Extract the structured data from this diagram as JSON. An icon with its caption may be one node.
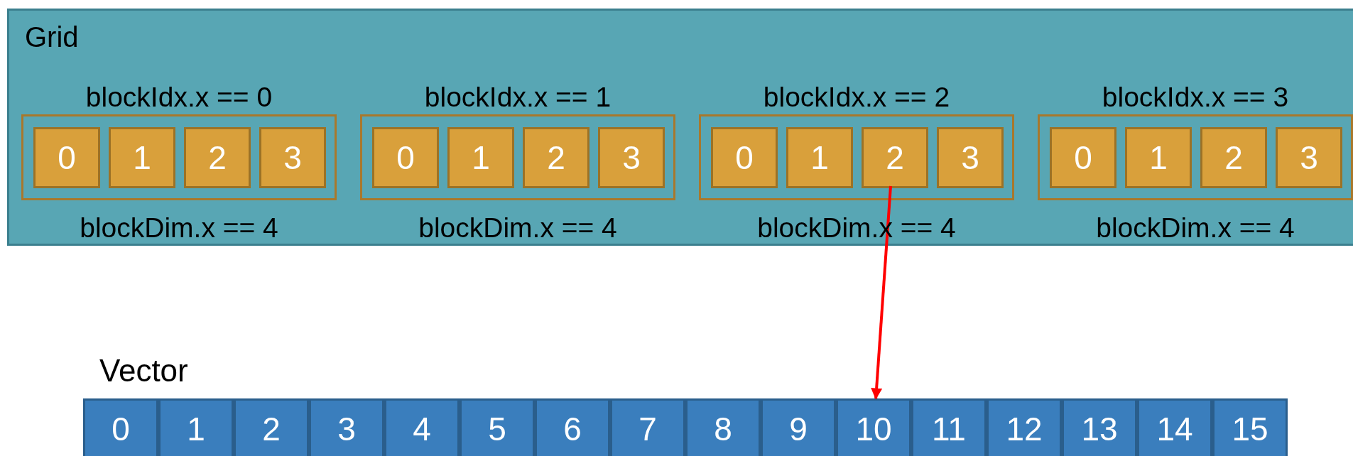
{
  "diagram": {
    "nodes": [
      {
        "text": [
          "Grid"
        ]
      },
      {
        "text": [
          "blockIdx.x == 0",
          "blockDim.x == 4"
        ],
        "in": 0
      },
      {
        "text": [
          "0"
        ],
        "in": 1
      },
      {
        "text": [
          "1"
        ],
        "in": 1
      },
      {
        "text": [
          "2"
        ],
        "in": 1
      },
      {
        "text": [
          "3"
        ],
        "in": 1
      },
      {
        "text": [
          "blockIdx.x == 1",
          "blockDim.x == 4"
        ],
        "in": 0
      },
      {
        "text": [
          "0"
        ],
        "in": 6
      },
      {
        "text": [
          "1"
        ],
        "in": 6
      },
      {
        "text": [
          "2"
        ],
        "in": 6
      },
      {
        "text": [
          "3"
        ],
        "in": 6
      },
      {
        "text": [
          "blockIdx.x == 2",
          "blockDim.x == 4"
        ],
        "in": 0
      },
      {
        "text": [
          "0"
        ],
        "in": 11
      },
      {
        "text": [
          "1"
        ],
        "in": 11
      },
      {
        "text": [
          "2"
        ],
        "in": 11
      },
      {
        "text": [
          "3"
        ],
        "in": 11
      },
      {
        "text": [
          "blockIdx.x == 3",
          "blockDim.x == 4"
        ],
        "in": 0
      },
      {
        "text": [
          "0"
        ],
        "in": 16
      },
      {
        "text": [
          "1"
        ],
        "in": 16
      },
      {
        "text": [
          "2"
        ],
        "in": 16
      },
      {
        "text": [
          "3"
        ],
        "in": 16
      },
      {
        "text": [
          "Vector"
        ]
      },
      {
        "text": [
          "0"
        ],
        "in": 21
      },
      {
        "text": [
          "1"
        ],
        "in": 21
      },
      {
        "text": [
          "2"
        ],
        "in": 21
      },
      {
        "text": [
          "3"
        ],
        "in": 21
      },
      {
        "text": [
          "4"
        ],
        "in": 21
      },
      {
        "text": [
          "5"
        ],
        "in": 21
      },
      {
        "text": [
          "6"
        ],
        "in": 21
      },
      {
        "text": [
          "7"
        ],
        "in": 21
      },
      {
        "text": [
          "8"
        ],
        "in": 21
      },
      {
        "text": [
          "9"
        ],
        "in": 21
      },
      {
        "text": [
          "10"
        ],
        "in": 21
      },
      {
        "text": [
          "11"
        ],
        "in": 21
      },
      {
        "text": [
          "12"
        ],
        "in": 21
      },
      {
        "text": [
          "13"
        ],
        "in": 21
      },
      {
        "text": [
          "14"
        ],
        "in": 21
      },
      {
        "text": [
          "15"
        ],
        "in": 21
      }
    ],
    "edges": [
      {
        "from": 14,
        "to": 32,
        "arrow": "to",
        "color": "#ff0000"
      }
    ]
  }
}
